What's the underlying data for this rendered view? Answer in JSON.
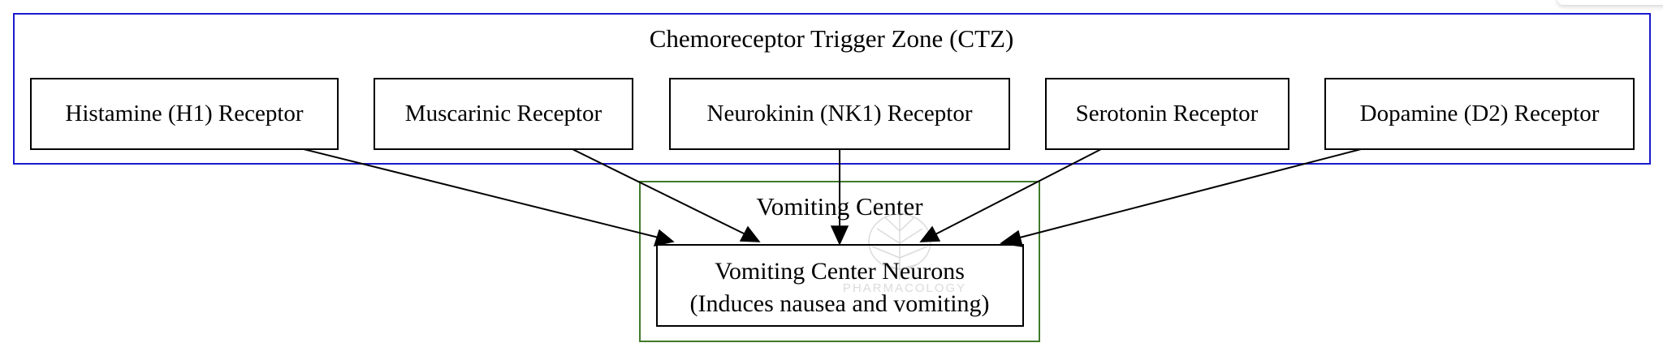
{
  "ctz_cluster": {
    "label": "Chemoreceptor Trigger Zone (CTZ)",
    "border_color": "#1a1acc",
    "receptors": [
      {
        "label": "Histamine (H1) Receptor"
      },
      {
        "label": "Muscarinic Receptor"
      },
      {
        "label": "Neurokinin (NK1) Receptor"
      },
      {
        "label": "Serotonin Receptor"
      },
      {
        "label": "Dopamine (D2) Receptor"
      }
    ]
  },
  "vomiting_cluster": {
    "label": "Vomiting Center",
    "border_color": "#3f7a2a",
    "neuron_node": {
      "line1": "Vomiting Center Neurons",
      "line2": "(Induces nausea and vomiting)"
    }
  },
  "watermark": {
    "text": "PHARMACOLOGY"
  }
}
